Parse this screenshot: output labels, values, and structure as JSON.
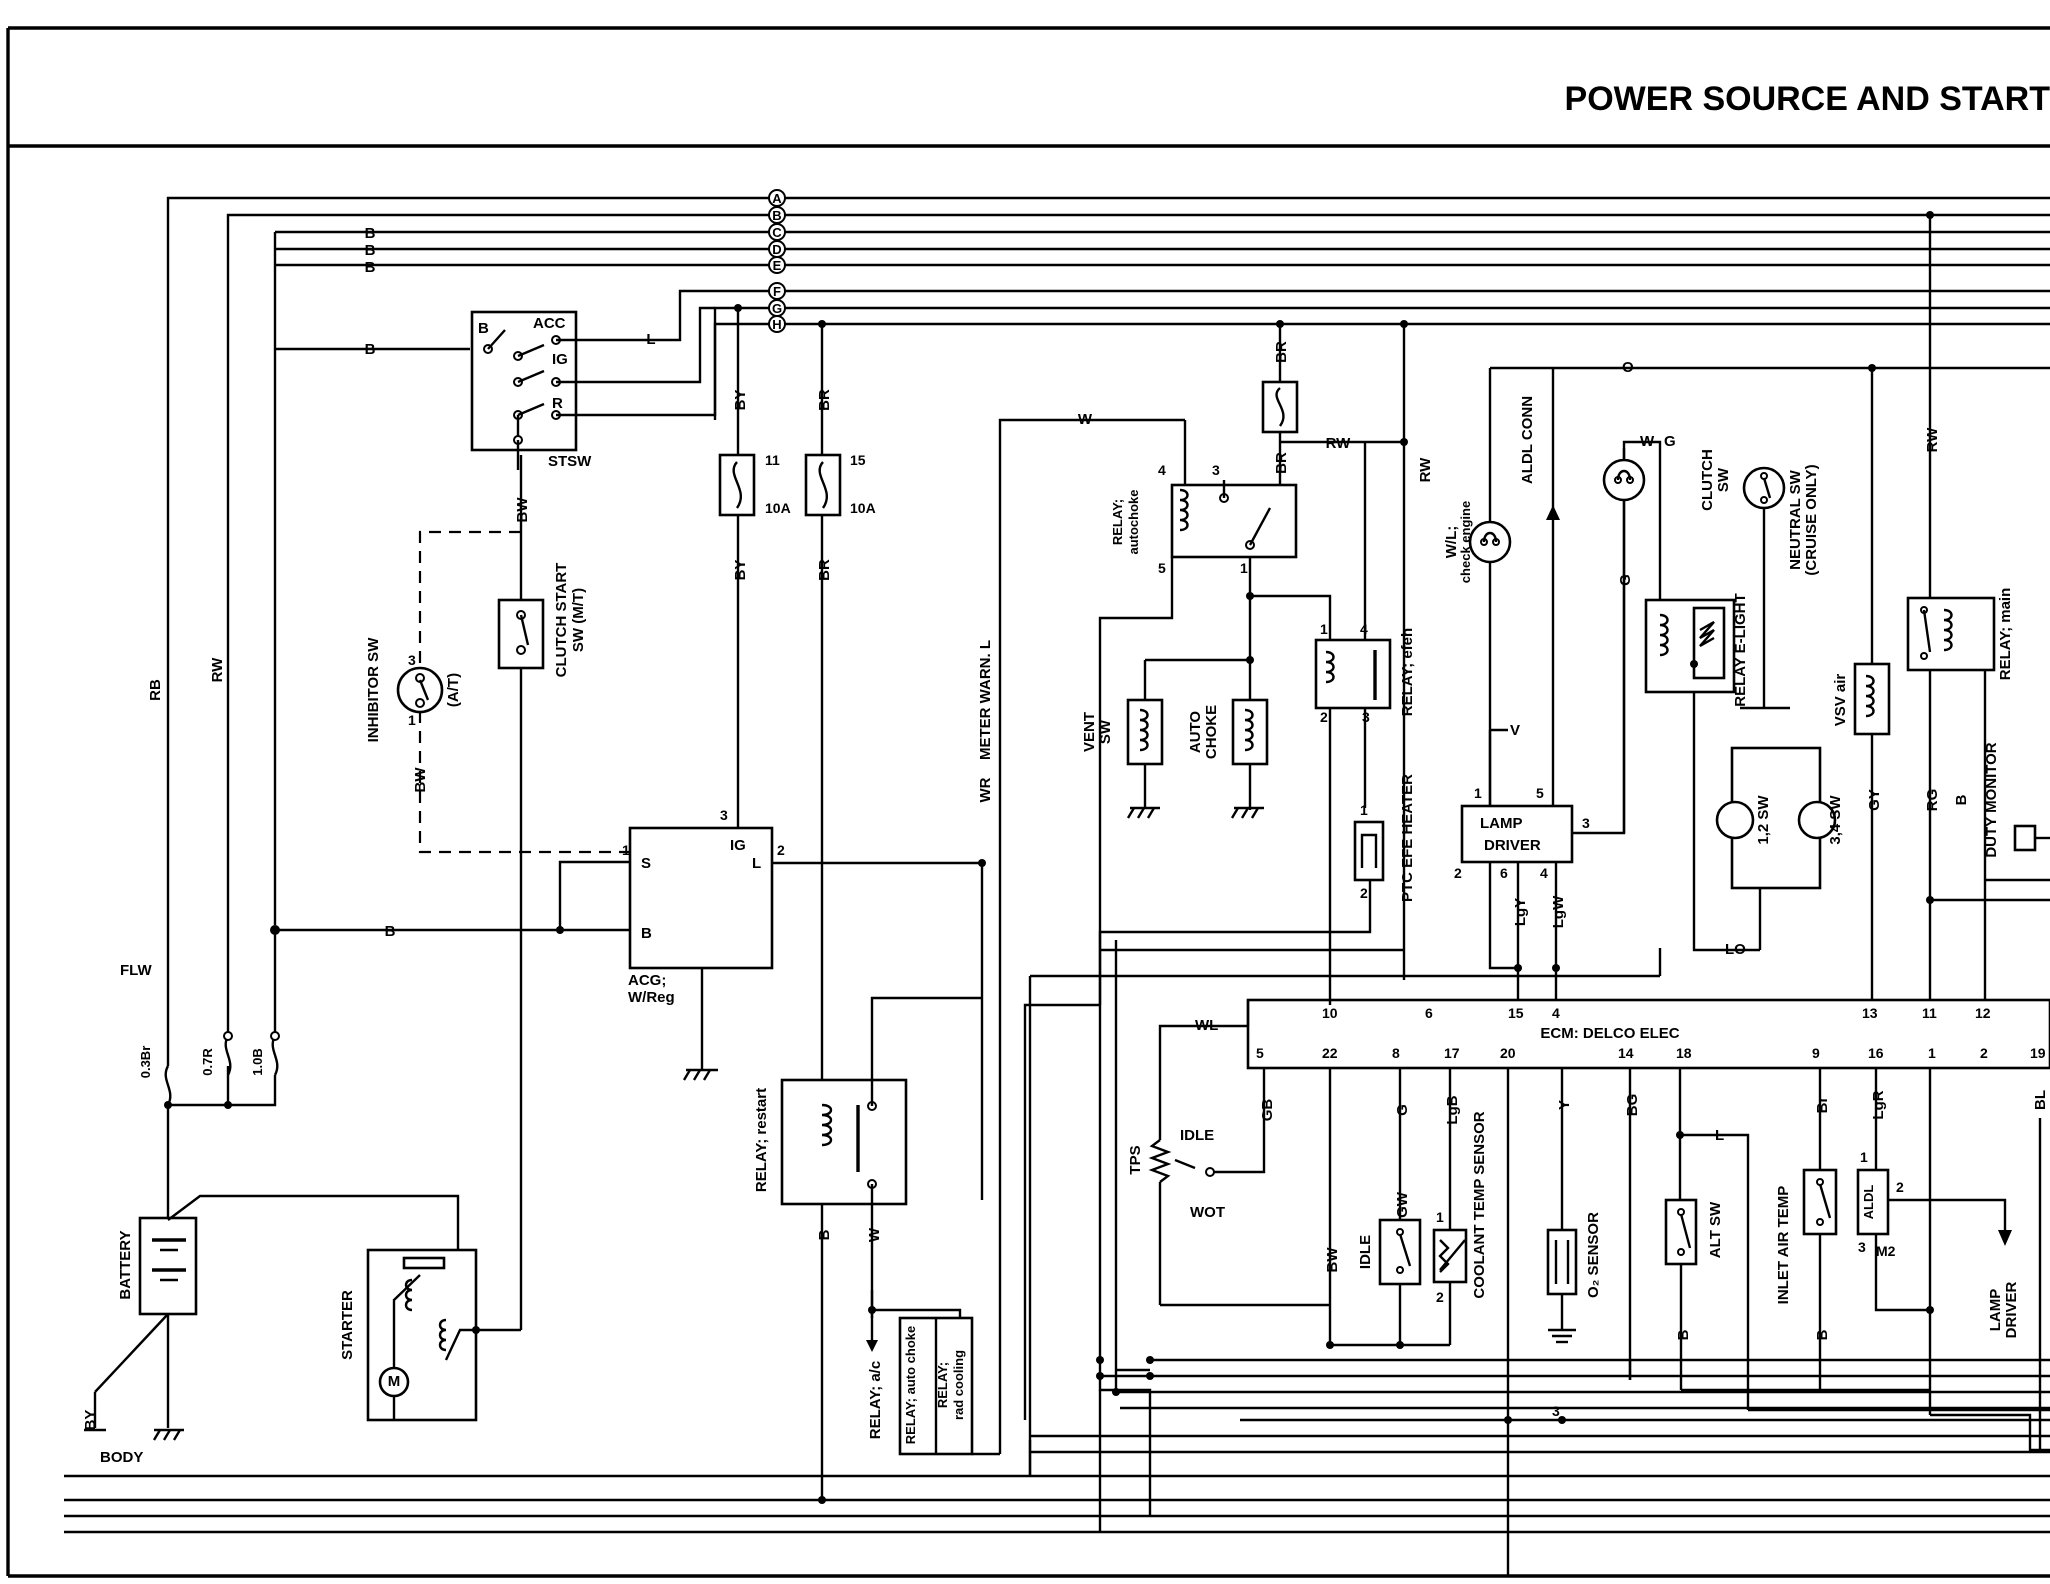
{
  "title": "POWER SOURCE AND START",
  "connectors": [
    "A",
    "B",
    "C",
    "D",
    "E",
    "F",
    "G",
    "H"
  ],
  "wire_colors": {
    "rb": "RB",
    "rw": "RW",
    "b": "B",
    "l": "L",
    "by": "BY",
    "br": "BR",
    "bw": "BW",
    "w": "W",
    "wr": "WR",
    "wl": "WL",
    "gb": "GB",
    "g": "G",
    "lgb": "LgB",
    "y": "Y",
    "bg": "BG",
    "br_lower": "Br",
    "lgr": "LgR",
    "bl": "BL",
    "gy": "GY",
    "rg": "RG",
    "lgy": "LgY",
    "lgw": "LgW",
    "v": "V",
    "lo": "LO",
    "o": "O",
    "gw": "GW"
  },
  "fusible_links": {
    "label": "FLW",
    "f1": "0.3Br",
    "f2": "0.7R",
    "f3": "1.0B"
  },
  "battery": {
    "label": "BATTERY",
    "ground_wire": "BY",
    "body": "BODY"
  },
  "starter": {
    "label": "STARTER",
    "motor": "M"
  },
  "ignition_switch": {
    "label": "STSW",
    "b": "B",
    "acc": "ACC",
    "ig": "IG",
    "r": "R"
  },
  "inhibitor_sw": {
    "label": "INHIBITOR SW",
    "sub": "(A/T)",
    "pin": "3",
    "pin2": "1"
  },
  "clutch_start_sw": {
    "line1": "CLUTCH START",
    "line2": "SW (M/T)"
  },
  "fuses": [
    {
      "num": "11",
      "amp": "10A"
    },
    {
      "num": "15",
      "amp": "10A"
    }
  ],
  "alternator": {
    "label": "ACG;",
    "sub": "W/Reg",
    "s": "S",
    "b": "B",
    "ig": "IG",
    "l": "L",
    "p1": "1",
    "p2": "2",
    "p3": "3"
  },
  "meter_warn": "METER WARN. L",
  "relay_restart": "RELAY; restart",
  "relay_ac": "RELAY; a/c",
  "relay_auto_choke": "RELAY; auto choke",
  "relay_rad": {
    "line1": "RELAY;",
    "line2": "rad cooling"
  },
  "relay_autochoke_top": {
    "line1": "RELAY;",
    "line2": "autochoke",
    "p4": "4",
    "p3": "3",
    "p5": "5",
    "p1": "1"
  },
  "vent_sw": {
    "line1": "VENT",
    "line2": "SW"
  },
  "auto_choke": {
    "line1": "AUTO",
    "line2": "CHOKE"
  },
  "relay_efeh": {
    "label": "RELAY; efeh",
    "p1": "1",
    "p4": "4",
    "p2": "2",
    "p3": "3"
  },
  "ptc_heater": {
    "label": "PTC EFE HEATER",
    "p1": "1",
    "p2": "2"
  },
  "wl_check": {
    "line1": "W/L;",
    "line2": "check engine"
  },
  "aldl_conn": "ALDL CONN",
  "lamp_driver": {
    "line1": "LAMP",
    "line2": "DRIVER",
    "p1": "1",
    "p5": "5",
    "p3": "3",
    "p2": "2",
    "p6": "6",
    "p4": "4"
  },
  "clutch_sw": {
    "line1": "CLUTCH",
    "line2": "SW"
  },
  "relay_elight": "RELAY E-LIGHT",
  "neutral_sw": {
    "line1": "NEUTRAL SW",
    "line2": "(CRUISE ONLY)"
  },
  "sw12": "1,2 SW",
  "sw34": "3,4 SW",
  "vsv_air": "VSV air",
  "relay_main": "RELAY; main",
  "duty_monitor": "DUTY MONITOR",
  "ecm": {
    "label": "ECM: DELCO ELEC",
    "top_pins": [
      "10",
      "6",
      "15",
      "4",
      "13",
      "11",
      "12"
    ],
    "bottom_pins": [
      "5",
      "22",
      "8",
      "17",
      "20",
      "14",
      "18",
      "9",
      "16",
      "1",
      "2",
      "19"
    ]
  },
  "tps": {
    "label": "TPS",
    "idle": "IDLE",
    "wot": "WOT"
  },
  "idle_sw": "IDLE",
  "coolant_sensor": "COOLANT TEMP SENSOR",
  "o2_sensor": "O₂ SENSOR",
  "alt_sw": "ALT SW",
  "inlet_air": "INLET AIR TEMP",
  "aldl_box": {
    "label": "ALDL",
    "p1": "1",
    "p2": "2",
    "p3": "3",
    "m2": "M2"
  },
  "lamp_driver_right": {
    "line1": "LAMP",
    "line2": "DRIVER"
  },
  "misc": {
    "one": "1",
    "two": "2",
    "three": "3"
  }
}
